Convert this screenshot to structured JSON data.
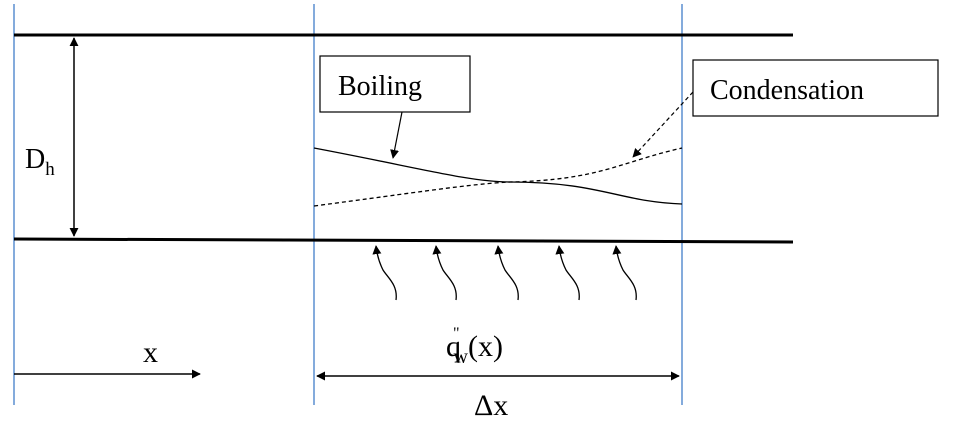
{
  "labels": {
    "hydraulic_diameter": "D",
    "hydraulic_diameter_sub": "h",
    "axial_coordinate": "x",
    "heat_flux_main": "q",
    "heat_flux_prime": "\"",
    "heat_flux_sub": "w",
    "heat_flux_arg": "(x)",
    "segment_length": "Δx"
  },
  "callouts": {
    "boiling": "Boiling",
    "condensation": "Condensation"
  },
  "colors": {
    "wall_lines": "#000000",
    "section_lines": "#5b8fd1",
    "curves": "#000000"
  }
}
